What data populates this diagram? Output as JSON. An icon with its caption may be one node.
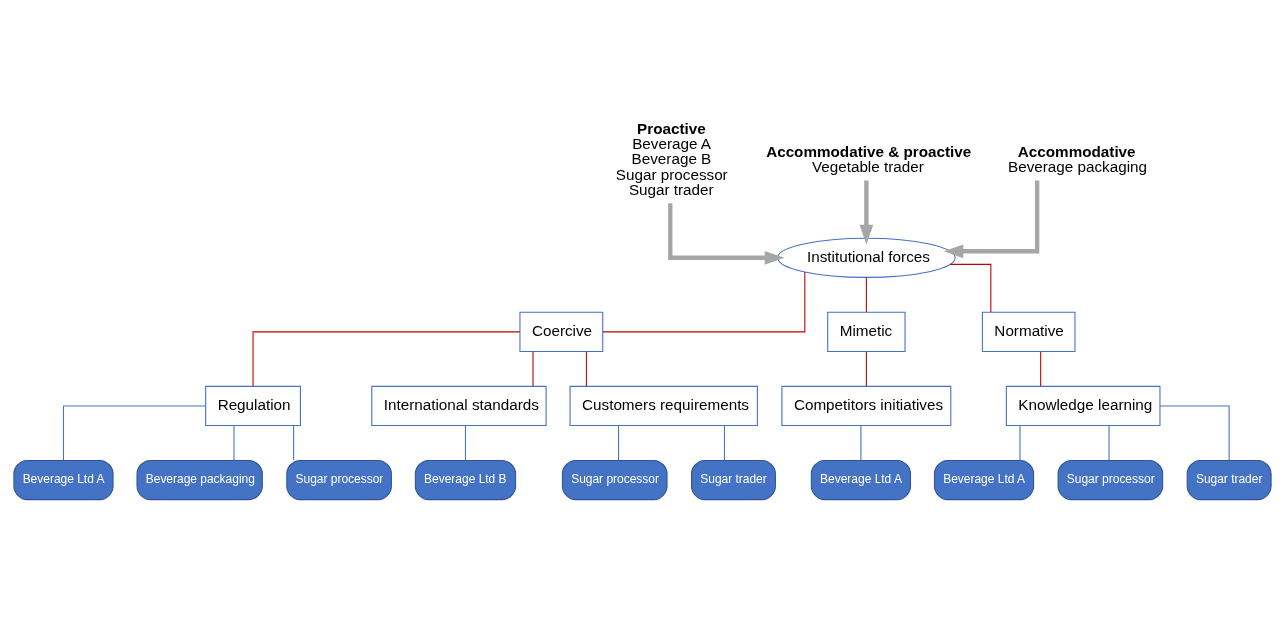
{
  "diagram": {
    "nodes": [
      {
        "text": [
          "Proactive",
          "Beverage A",
          "Beverage B",
          "Sugar processor",
          "Sugar trader"
        ]
      },
      {
        "text": [
          "Accommodative & proactive",
          "Vegetable trader"
        ]
      },
      {
        "text": [
          "Accommodative",
          "Beverage packaging"
        ]
      },
      {
        "text": [
          "Institutional forces"
        ]
      },
      {
        "text": [
          "Coercive"
        ]
      },
      {
        "text": [
          "Mimetic"
        ]
      },
      {
        "text": [
          "Normative"
        ]
      },
      {
        "text": [
          "Regulation"
        ]
      },
      {
        "text": [
          "International standards"
        ]
      },
      {
        "text": [
          "Customers requirements"
        ]
      },
      {
        "text": [
          "Competitors initiatives"
        ]
      },
      {
        "text": [
          "Knowledge learning"
        ]
      },
      {
        "text": [
          "Beverage Ltd A"
        ]
      },
      {
        "text": [
          "Beverage packaging"
        ]
      },
      {
        "text": [
          "Sugar processor"
        ]
      },
      {
        "text": [
          "Beverage Ltd B"
        ]
      },
      {
        "text": [
          "Sugar processor"
        ]
      },
      {
        "text": [
          "Sugar trader"
        ]
      },
      {
        "text": [
          "Beverage Ltd A"
        ]
      },
      {
        "text": [
          "Beverage Ltd A"
        ]
      },
      {
        "text": [
          "Sugar processor"
        ]
      },
      {
        "text": [
          "Sugar trader"
        ]
      }
    ],
    "edges": [
      {
        "from": 0,
        "to": 3,
        "arrow": "to",
        "style": "thick",
        "color": "#a6a6a6"
      },
      {
        "from": 1,
        "to": 3,
        "arrow": "to",
        "style": "thick",
        "color": "#a6a6a6"
      },
      {
        "from": 2,
        "to": 3,
        "arrow": "to",
        "style": "thick",
        "color": "#a6a6a6"
      },
      {
        "from": 3,
        "to": 4,
        "arrow": "none",
        "color": "#c00000"
      },
      {
        "from": 3,
        "to": 5,
        "arrow": "none",
        "color": "#c00000"
      },
      {
        "from": 3,
        "to": 6,
        "arrow": "none",
        "color": "#c00000"
      },
      {
        "from": 4,
        "to": 7,
        "arrow": "none",
        "color": "#c00000"
      },
      {
        "from": 4,
        "to": 8,
        "arrow": "none",
        "color": "#c00000"
      },
      {
        "from": 4,
        "to": 9,
        "arrow": "none",
        "color": "#c00000"
      },
      {
        "from": 5,
        "to": 10,
        "arrow": "none",
        "color": "#c00000"
      },
      {
        "from": 6,
        "to": 11,
        "arrow": "none",
        "color": "#c00000"
      },
      {
        "from": 7,
        "to": 12,
        "arrow": "none"
      },
      {
        "from": 7,
        "to": 13,
        "arrow": "none"
      },
      {
        "from": 7,
        "to": 14,
        "arrow": "none"
      },
      {
        "from": 8,
        "to": 15,
        "arrow": "none"
      },
      {
        "from": 9,
        "to": 16,
        "arrow": "none"
      },
      {
        "from": 9,
        "to": 17,
        "arrow": "none"
      },
      {
        "from": 10,
        "to": 18,
        "arrow": "none"
      },
      {
        "from": 11,
        "to": 19,
        "arrow": "none"
      },
      {
        "from": 11,
        "to": 20,
        "arrow": "none"
      },
      {
        "from": 11,
        "to": 21,
        "arrow": "none"
      }
    ]
  }
}
